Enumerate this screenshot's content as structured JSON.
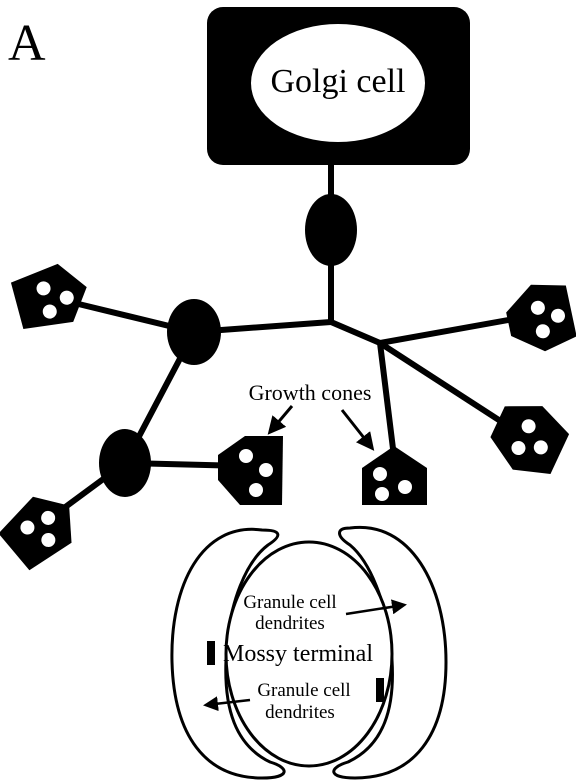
{
  "panel_label": "A",
  "labels": {
    "golgi_cell": "Golgi cell",
    "growth_cones": "Growth cones",
    "granule_dendrites_top_line1": "Granule cell",
    "granule_dendrites_top_line2": "dendrites",
    "mossy_terminal": "Mossy terminal",
    "granule_dendrites_bottom_line1": "Granule cell",
    "granule_dendrites_bottom_line2": "dendrites"
  },
  "colors": {
    "ink": "#000000",
    "paper": "#ffffff"
  }
}
